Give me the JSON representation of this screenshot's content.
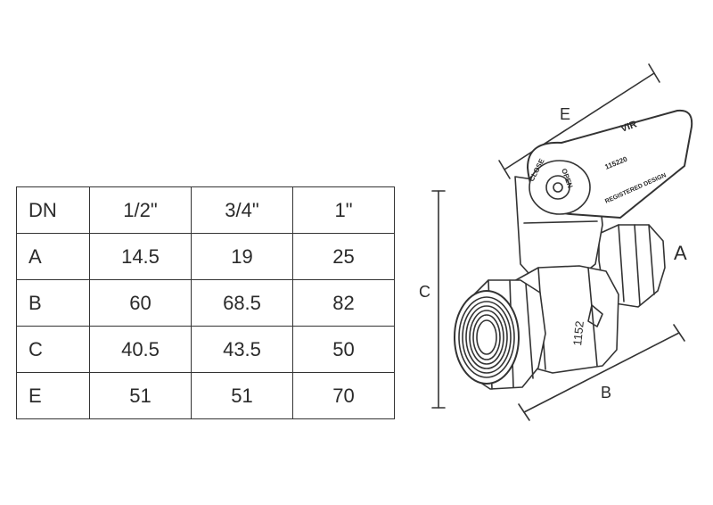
{
  "table": {
    "header": [
      "DN",
      "1/2\"",
      "3/4\"",
      "1\""
    ],
    "rows": [
      [
        "A",
        "14.5",
        "19",
        "25"
      ],
      [
        "B",
        "60",
        "68.5",
        "82"
      ],
      [
        "C",
        "40.5",
        "43.5",
        "50"
      ],
      [
        "E",
        "51",
        "51",
        "70"
      ]
    ]
  },
  "drawing": {
    "dimension_labels": {
      "E": "E",
      "C": "C",
      "A": "A",
      "B": "B"
    },
    "valve_markings": {
      "handle_open": "OPEN",
      "handle_close": "CLOSE",
      "handle_brand": "VIR",
      "handle_code": "115220",
      "registered_design": "REGISTERED DESIGN",
      "body_code": "1152"
    }
  }
}
